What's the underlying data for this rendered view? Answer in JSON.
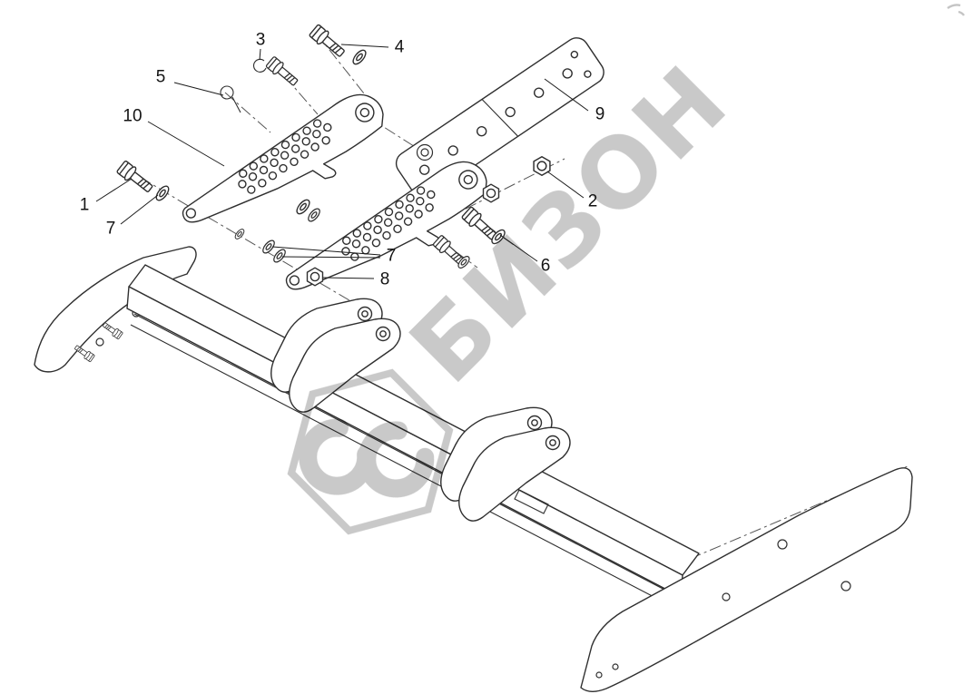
{
  "watermark": {
    "text": "БИЗОН",
    "color": "#c3c3c3",
    "logo_icon": "bizon-hexagon-double-quote-logo"
  },
  "drawing": {
    "background_color": "#ffffff",
    "line_color": "#2f2f2f",
    "centerline_color": "#555555"
  },
  "callouts": [
    {
      "label": "3"
    },
    {
      "label": "4"
    },
    {
      "label": "5"
    },
    {
      "label": "10"
    },
    {
      "label": "9"
    },
    {
      "label": "1"
    },
    {
      "label": "7"
    },
    {
      "label": "2"
    },
    {
      "label": "7"
    },
    {
      "label": "8"
    },
    {
      "label": "6"
    }
  ]
}
